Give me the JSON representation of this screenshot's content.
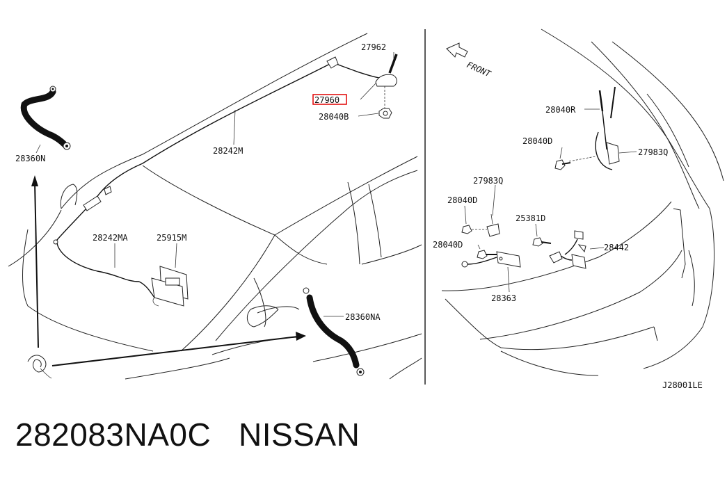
{
  "callouts": {
    "c27962": "27962",
    "c27960": "27960",
    "c28040B": "28040B",
    "c28242M": "28242M",
    "c28360N": "28360N",
    "c28242MA": "28242MA",
    "c25915M": "25915M",
    "c28360NA": "28360NA",
    "c28040R": "28040R",
    "c28040D_a": "28040D",
    "c27983Q_a": "27983Q",
    "c27983Q_b": "27983Q",
    "c28040D_b": "28040D",
    "c25381D": "25381D",
    "c28040D_c": "28040D",
    "c28442": "28442",
    "c28363": "28363"
  },
  "front_label": "FRONT",
  "diagram_code": "J28001LE",
  "caption": {
    "part_number": "282083NA0C",
    "brand": "NISSAN"
  },
  "highlight_color": "#e00000"
}
